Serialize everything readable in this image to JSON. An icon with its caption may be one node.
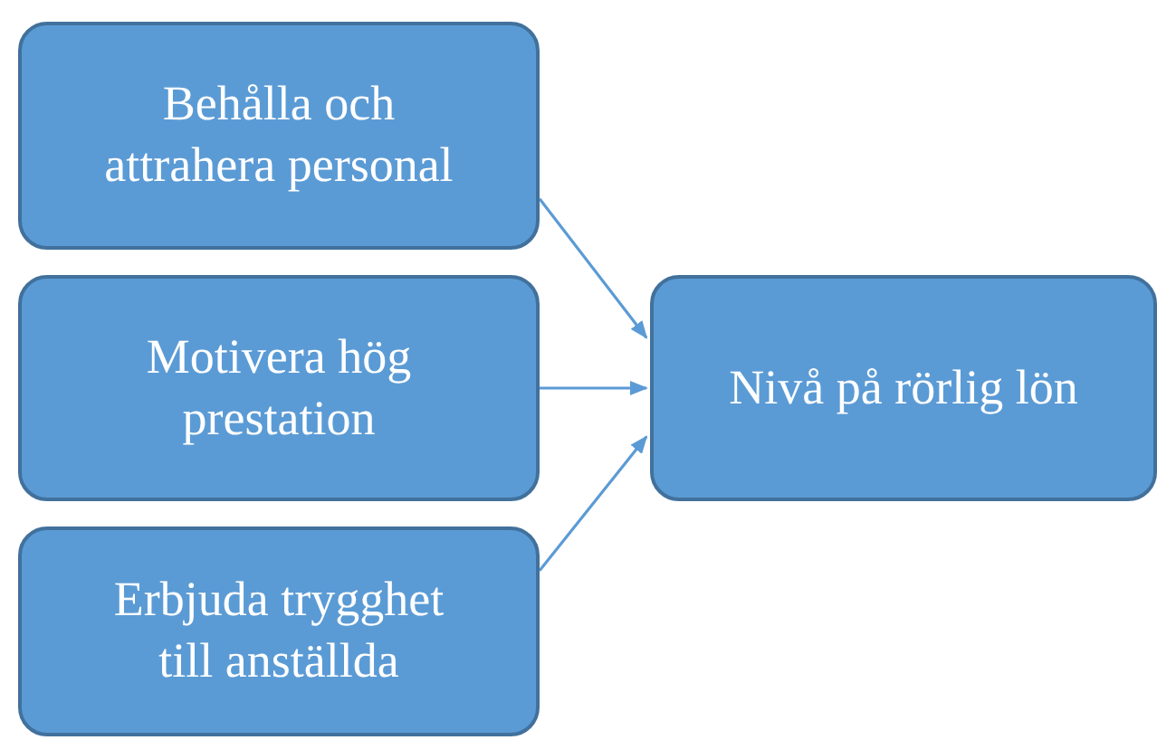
{
  "diagram": {
    "nodes": [
      {
        "text": [
          "Behålla och attrahera personal"
        ]
      },
      {
        "text": [
          "Motivera hög prestation"
        ]
      },
      {
        "text": [
          "Erbjuda trygghet till anställda"
        ]
      },
      {
        "text": [
          "Nivå på rörlig lön"
        ]
      }
    ],
    "edges": [
      {
        "from": 0,
        "to": 3,
        "arrow": "to"
      },
      {
        "from": 1,
        "to": 3,
        "arrow": "to"
      },
      {
        "from": 2,
        "to": 3,
        "arrow": "to"
      }
    ]
  }
}
